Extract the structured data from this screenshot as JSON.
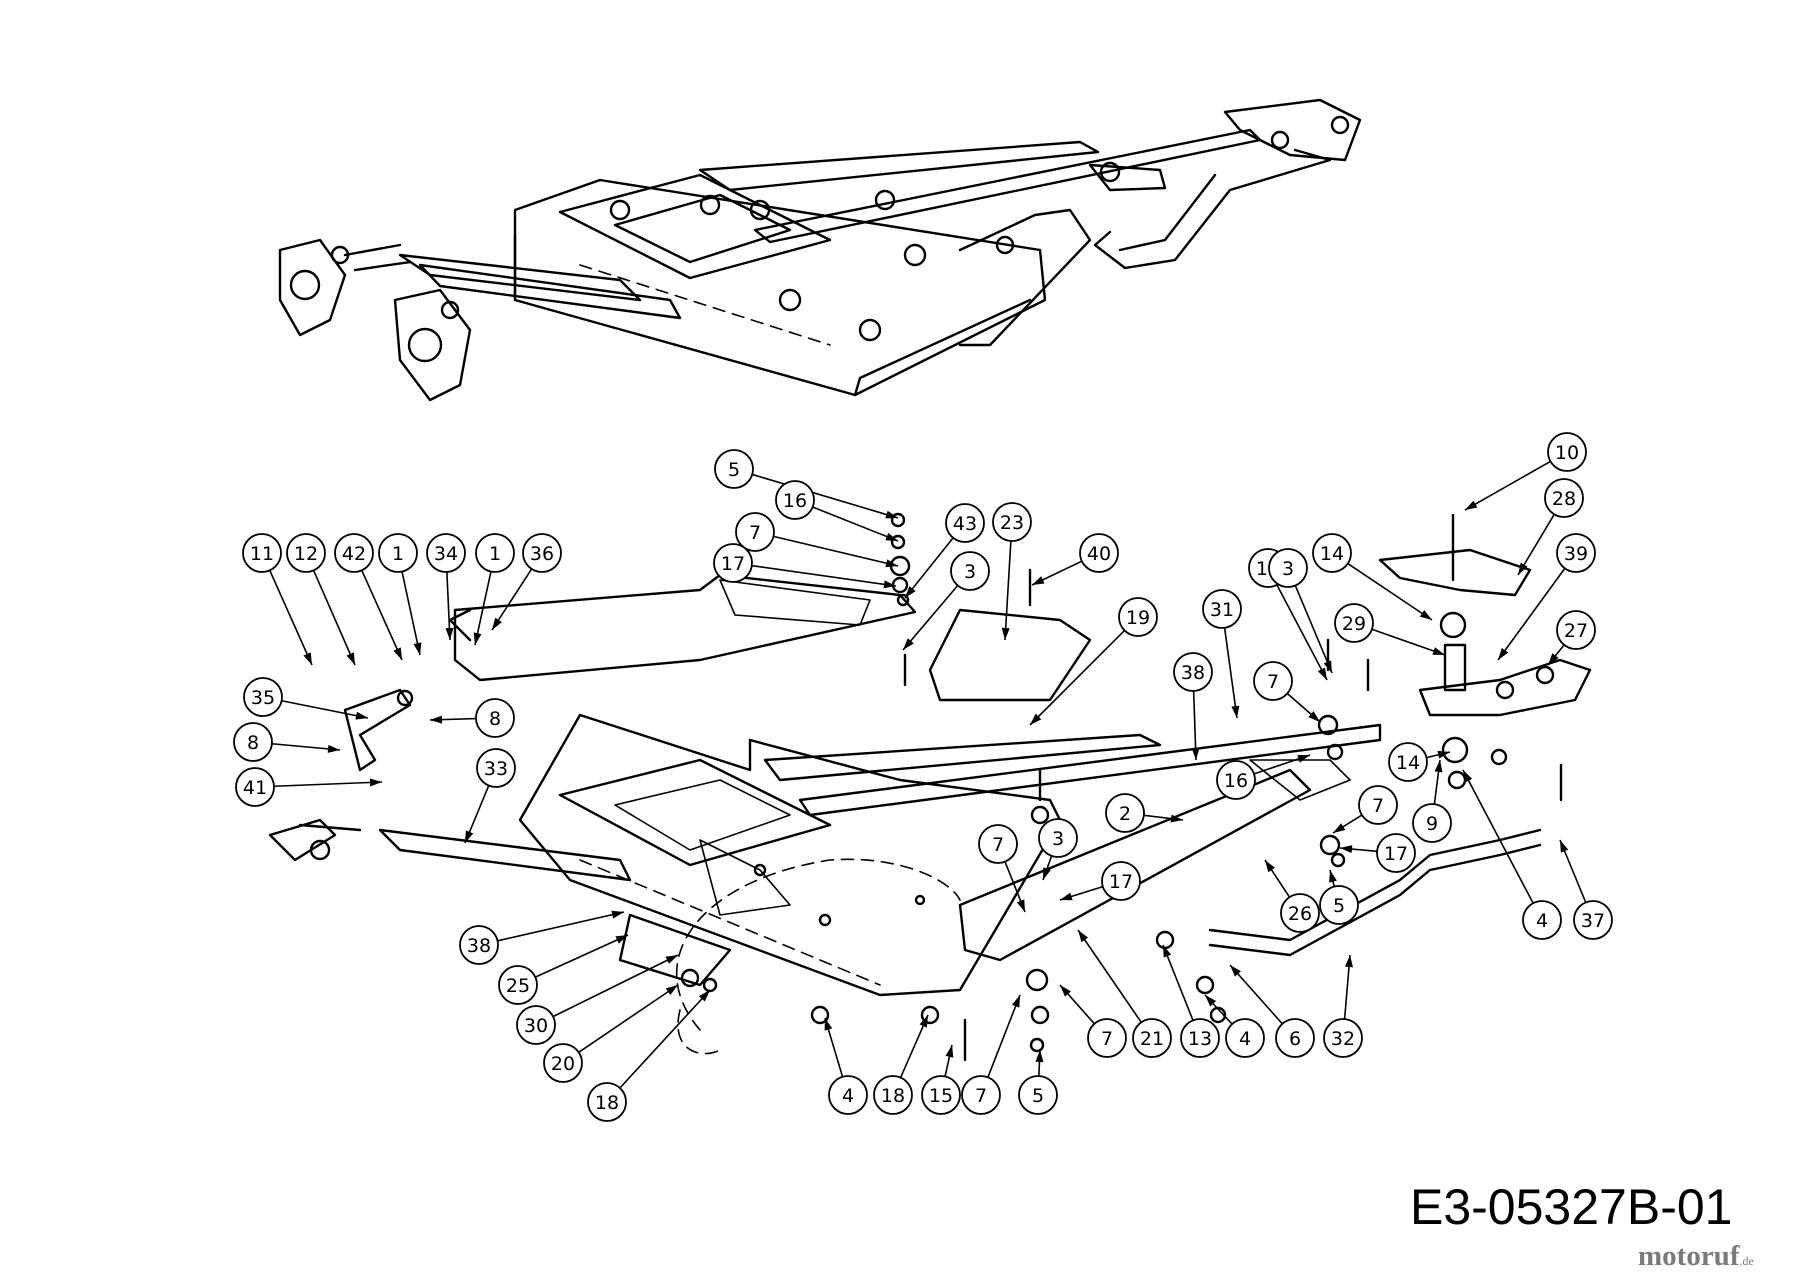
{
  "diagram": {
    "code": "E3-05327B-01",
    "brand": "motoruf",
    "brand_suffix": ".de",
    "callouts": [
      {
        "label": "5",
        "to": "p5a"
      },
      {
        "label": "16",
        "to": "p16a"
      },
      {
        "label": "7",
        "to": "p7a"
      },
      {
        "label": "43",
        "to": "p43"
      },
      {
        "label": "23",
        "to": "p23"
      },
      {
        "label": "17",
        "to": "p17a"
      },
      {
        "label": "3",
        "to": "p3a"
      },
      {
        "label": "40",
        "to": "p40"
      },
      {
        "label": "11",
        "to": "p11"
      },
      {
        "label": "12",
        "to": "p12"
      },
      {
        "label": "42",
        "to": "p42"
      },
      {
        "label": "1",
        "to": "p1a"
      },
      {
        "label": "34",
        "to": "p34"
      },
      {
        "label": "1",
        "to": "p1b"
      },
      {
        "label": "36",
        "to": "p36"
      },
      {
        "label": "35",
        "to": "p35"
      },
      {
        "label": "8",
        "to": "p8a"
      },
      {
        "label": "8",
        "to": "p8b"
      },
      {
        "label": "41",
        "to": "p41"
      },
      {
        "label": "33",
        "to": "p33"
      },
      {
        "label": "19",
        "to": "p19"
      },
      {
        "label": "31",
        "to": "p31"
      },
      {
        "label": "38",
        "to": "p38a"
      },
      {
        "label": "17",
        "to": "p17b"
      },
      {
        "label": "3",
        "to": "p3b"
      },
      {
        "label": "14",
        "to": "p14a"
      },
      {
        "label": "10",
        "to": "p10"
      },
      {
        "label": "28",
        "to": "p28"
      },
      {
        "label": "39",
        "to": "p39"
      },
      {
        "label": "29",
        "to": "p29"
      },
      {
        "label": "27",
        "to": "p27"
      },
      {
        "label": "7",
        "to": "p7b"
      },
      {
        "label": "16",
        "to": "p16b"
      },
      {
        "label": "14",
        "to": "p14b"
      },
      {
        "label": "2",
        "to": "p2"
      },
      {
        "label": "7",
        "to": "p7c"
      },
      {
        "label": "9",
        "to": "p9"
      },
      {
        "label": "17",
        "to": "p17c"
      },
      {
        "label": "7",
        "to": "p7d"
      },
      {
        "label": "3",
        "to": "p3c"
      },
      {
        "label": "17",
        "to": "p17d"
      },
      {
        "label": "26",
        "to": "p26"
      },
      {
        "label": "5",
        "to": "p5b"
      },
      {
        "label": "4",
        "to": "p4a"
      },
      {
        "label": "37",
        "to": "p37"
      },
      {
        "label": "38",
        "to": "p38b"
      },
      {
        "label": "25",
        "to": "p25"
      },
      {
        "label": "30",
        "to": "p30"
      },
      {
        "label": "20",
        "to": "p20"
      },
      {
        "label": "18",
        "to": "p18a"
      },
      {
        "label": "4",
        "to": "p4b"
      },
      {
        "label": "18",
        "to": "p18b"
      },
      {
        "label": "15",
        "to": "p15"
      },
      {
        "label": "7",
        "to": "p7e"
      },
      {
        "label": "5",
        "to": "p5c"
      },
      {
        "label": "7",
        "to": "p7f"
      },
      {
        "label": "21",
        "to": "p21"
      },
      {
        "label": "13",
        "to": "p13"
      },
      {
        "label": "4",
        "to": "p4c"
      },
      {
        "label": "6",
        "to": "p6"
      },
      {
        "label": "32",
        "to": "p32"
      }
    ]
  }
}
